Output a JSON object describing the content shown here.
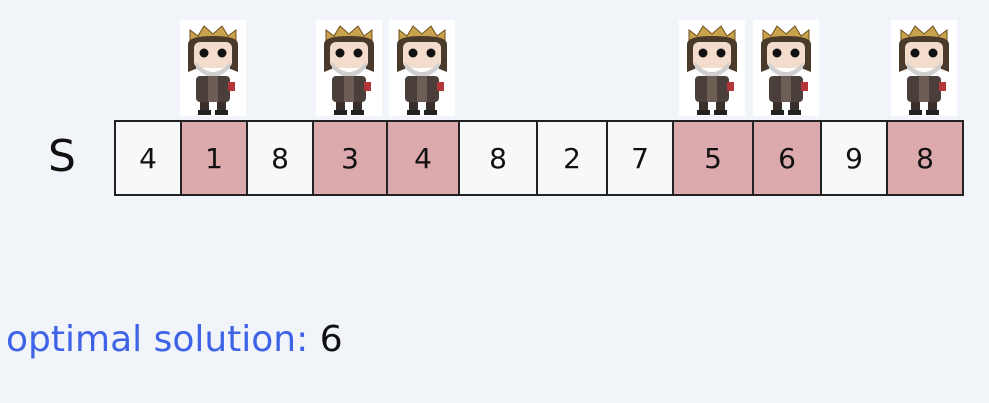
{
  "sequence": {
    "label": "S",
    "values": [
      "4",
      "1",
      "8",
      "3",
      "4",
      "8",
      "2",
      "7",
      "5",
      "6",
      "9",
      "8"
    ],
    "selected": [
      false,
      true,
      false,
      true,
      true,
      false,
      false,
      false,
      true,
      true,
      false,
      true
    ]
  },
  "caption": {
    "label": "optimal solution:",
    "value": "6"
  },
  "colors": {
    "selected_fill": "#dca9ad",
    "caption_label": "#3f63e6",
    "background": "#f1f4f8"
  },
  "icons": {
    "marker": "king-figure-icon"
  }
}
